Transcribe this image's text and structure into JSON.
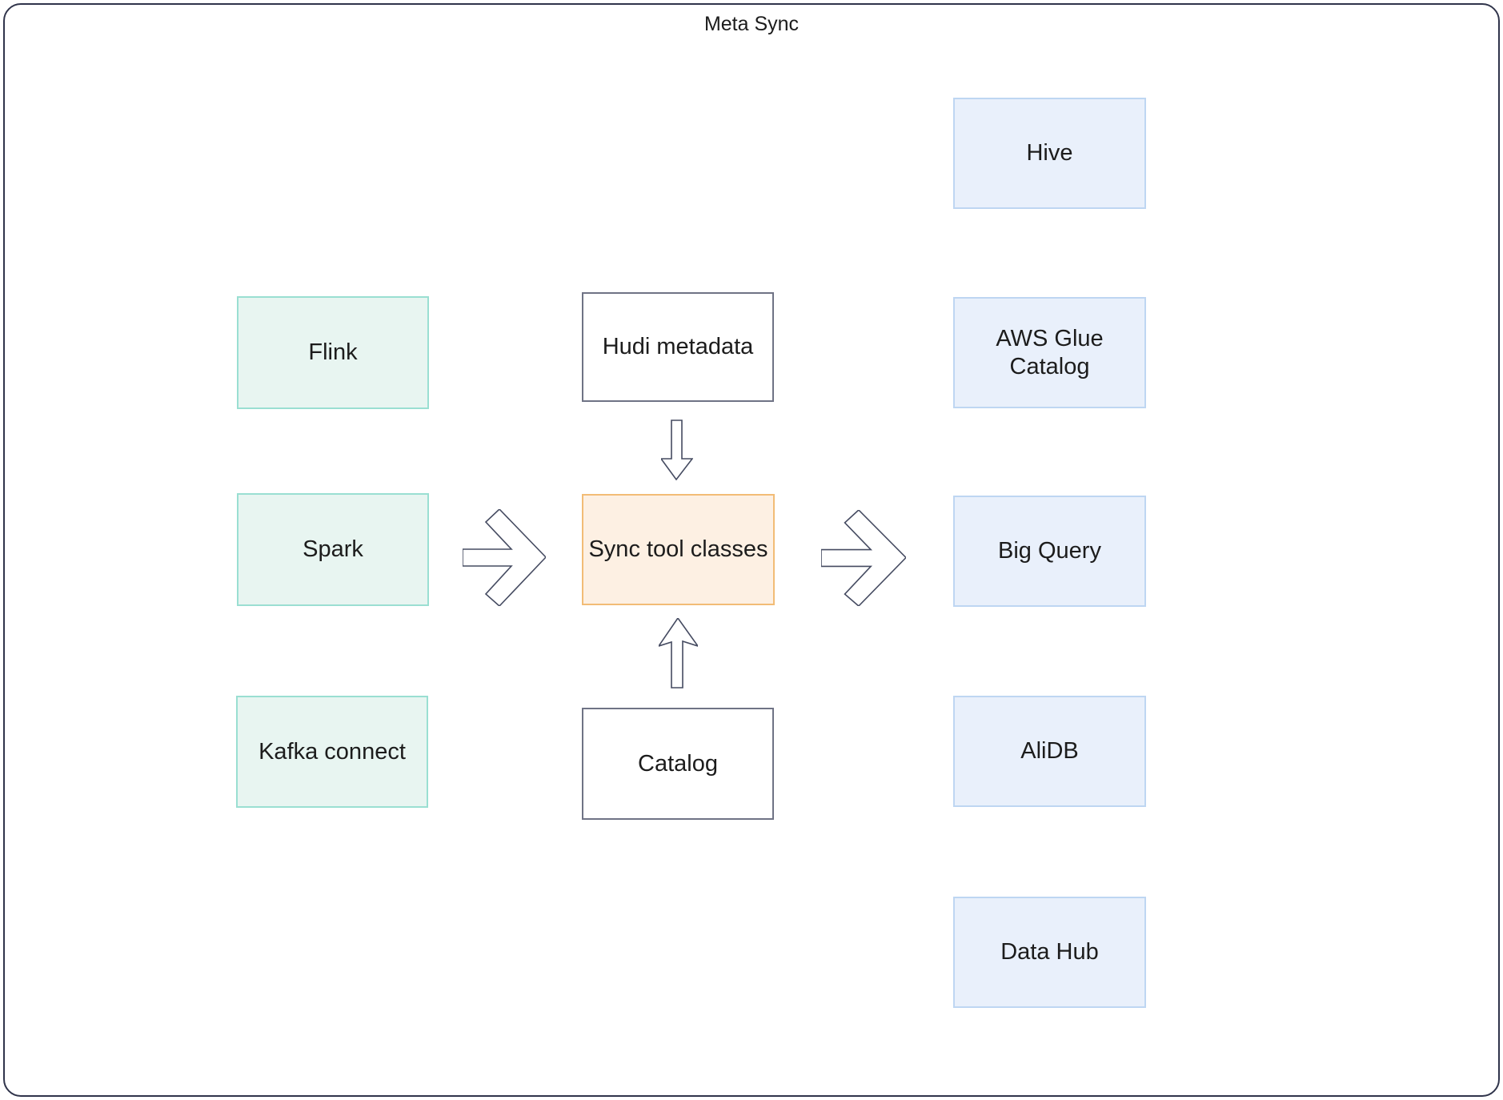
{
  "title": "Meta Sync",
  "nodes": {
    "sources": [
      {
        "label": "Flink"
      },
      {
        "label": "Spark"
      },
      {
        "label": "Kafka connect"
      }
    ],
    "metadata_inputs": {
      "top": {
        "label": "Hudi metadata"
      },
      "bottom": {
        "label": "Catalog"
      }
    },
    "center": {
      "label": "Sync tool classes"
    },
    "targets": [
      {
        "label": "Hive"
      },
      {
        "label": "AWS Glue Catalog"
      },
      {
        "label": "Big Query"
      },
      {
        "label": "AliDB"
      },
      {
        "label": "Data Hub"
      }
    ]
  },
  "arrows": [
    {
      "name": "sources-to-sync",
      "direction": "right"
    },
    {
      "name": "hudi-metadata-to-sync",
      "direction": "down"
    },
    {
      "name": "catalog-to-sync",
      "direction": "up"
    },
    {
      "name": "sync-to-targets",
      "direction": "right"
    }
  ],
  "colors": {
    "source_fill": "#e8f5f1",
    "source_border": "#9adfd2",
    "center_fill": "#fdf0e3",
    "center_border": "#f2bc76",
    "plain_fill": "#ffffff",
    "plain_border": "#6f7385",
    "target_fill": "#e9f0fb",
    "target_border": "#bed6f2",
    "arrow_outline": "#454b61",
    "frame_border": "#30344b",
    "text": "#1c1c1c"
  }
}
